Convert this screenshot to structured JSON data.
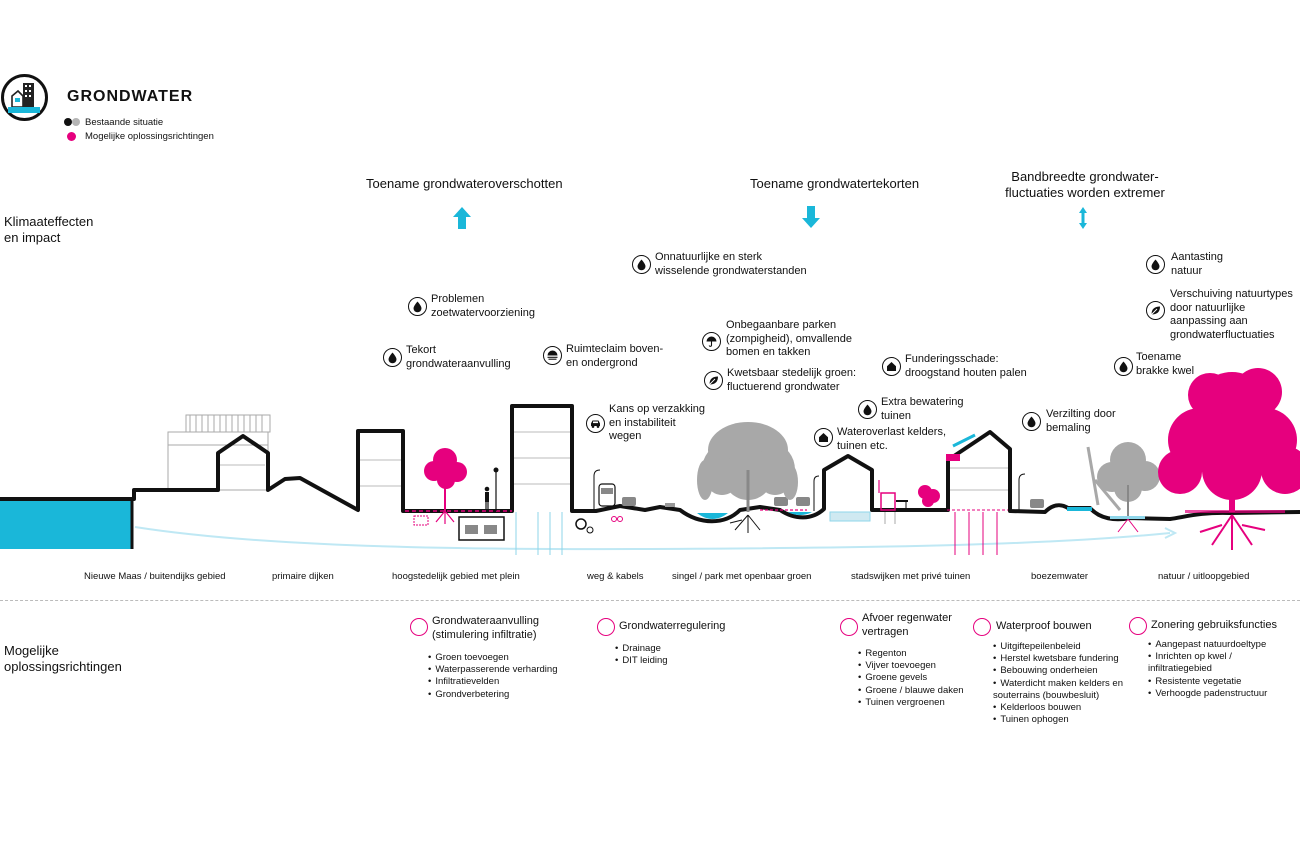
{
  "header": {
    "title": "GRONDWATER",
    "legend_existing": "Bestaande situatie",
    "legend_solutions": "Mogelijke oplossingsrichtingen"
  },
  "colors": {
    "accent": "#e6007e",
    "water": "#1ab7d9",
    "ground": "#111111",
    "grey": "#a8a8a8"
  },
  "side_labels": {
    "climate": "Klimaateffecten\nen impact",
    "solutions": "Mogelijke\noplossingsrichtingen"
  },
  "trends": [
    {
      "label": "Toename grondwateroverschotten",
      "icon": "arrow-up-icon"
    },
    {
      "label": "Toename grondwatertekorten",
      "icon": "arrow-down-icon"
    },
    {
      "label": "Bandbreedte grondwater-\nfluctuaties worden extremer",
      "icon": "arrow-updown-icon"
    }
  ],
  "impacts": [
    {
      "id": "problemen",
      "icon": "drop-icon",
      "text": "Problemen\nzoetwatervoorziening"
    },
    {
      "id": "tekort",
      "icon": "drop-icon",
      "text": "Tekort\ngrondwateraanvulling"
    },
    {
      "id": "ruimteclaim",
      "icon": "underground-icon",
      "text": "Ruimteclaim boven-\nen ondergrond"
    },
    {
      "id": "verzakking",
      "icon": "car-icon",
      "text": "Kans op verzakking\nen instabiliteit\nwegen"
    },
    {
      "id": "onnatuurlijk",
      "icon": "drop-icon",
      "text": "Onnatuurlijke en sterk\nwisselende grondwaterstanden"
    },
    {
      "id": "onbegaanbaar",
      "icon": "umbrella-icon",
      "text": "Onbegaanbare parken\n(zompigheid), omvallende\nbomen en takken"
    },
    {
      "id": "kwetsbaar",
      "icon": "leaf-icon",
      "text": "Kwetsbaar stedelijk groen:\nfluctuerend grondwater"
    },
    {
      "id": "fundering",
      "icon": "house-icon",
      "text": "Funderingsschade:\ndroogstand houten palen"
    },
    {
      "id": "bewatering",
      "icon": "drop-icon",
      "text": "Extra bewatering\ntuinen"
    },
    {
      "id": "overlast",
      "icon": "house-icon",
      "text": "Wateroverlast kelders,\ntuinen etc."
    },
    {
      "id": "verzilting",
      "icon": "drop-icon",
      "text": "Verzilting door\nbemaling"
    },
    {
      "id": "aantasting",
      "icon": "drop-icon",
      "text": "Aantasting\nnatuur"
    },
    {
      "id": "verschuiving",
      "icon": "leaf-icon",
      "text": "Verschuiving natuurtypes\ndoor natuurlijke\naanpassing aan\ngrondwaterfluctuaties"
    },
    {
      "id": "brakke",
      "icon": "drop-icon",
      "text": "Toename\nbrakke kwel"
    }
  ],
  "zones": [
    "Nieuwe Maas / buitendijks gebied",
    "primaire dijken",
    "hoogstedelijk gebied met plein",
    "weg & kabels",
    "singel / park met openbaar groen",
    "stadswijken met privé tuinen",
    "boezemwater",
    "natuur / uitloopgebied"
  ],
  "solutions": [
    {
      "title": "Grondwateraanvulling\n(stimulering infiltratie)",
      "items": [
        "Groen toevoegen",
        "Waterpasserende verharding",
        "Infiltratievelden",
        "Grondverbetering"
      ]
    },
    {
      "title": "Grondwaterregulering",
      "items": [
        "Drainage",
        "DIT leiding"
      ]
    },
    {
      "title": "Afvoer regenwater\nvertragen",
      "items": [
        "Regenton",
        "Vijver toevoegen",
        "Groene gevels",
        "Groene / blauwe daken",
        "Tuinen vergroenen"
      ]
    },
    {
      "title": "Waterproof bouwen",
      "items": [
        "Uitgiftepeilenbeleid",
        "Herstel kwetsbare fundering",
        "Bebouwing onderheien",
        "Waterdicht maken kelders en\nsouterrains (bouwbesluit)",
        "Kelderloos bouwen",
        "Tuinen ophogen"
      ]
    },
    {
      "title": "Zonering gebruiksfuncties",
      "items": [
        "Aangepast natuurdoeltype",
        "Inrichten op kwel /\ninfiltratiegebied",
        "Resistente vegetatie",
        "Verhoogde padenstructuur"
      ]
    }
  ]
}
